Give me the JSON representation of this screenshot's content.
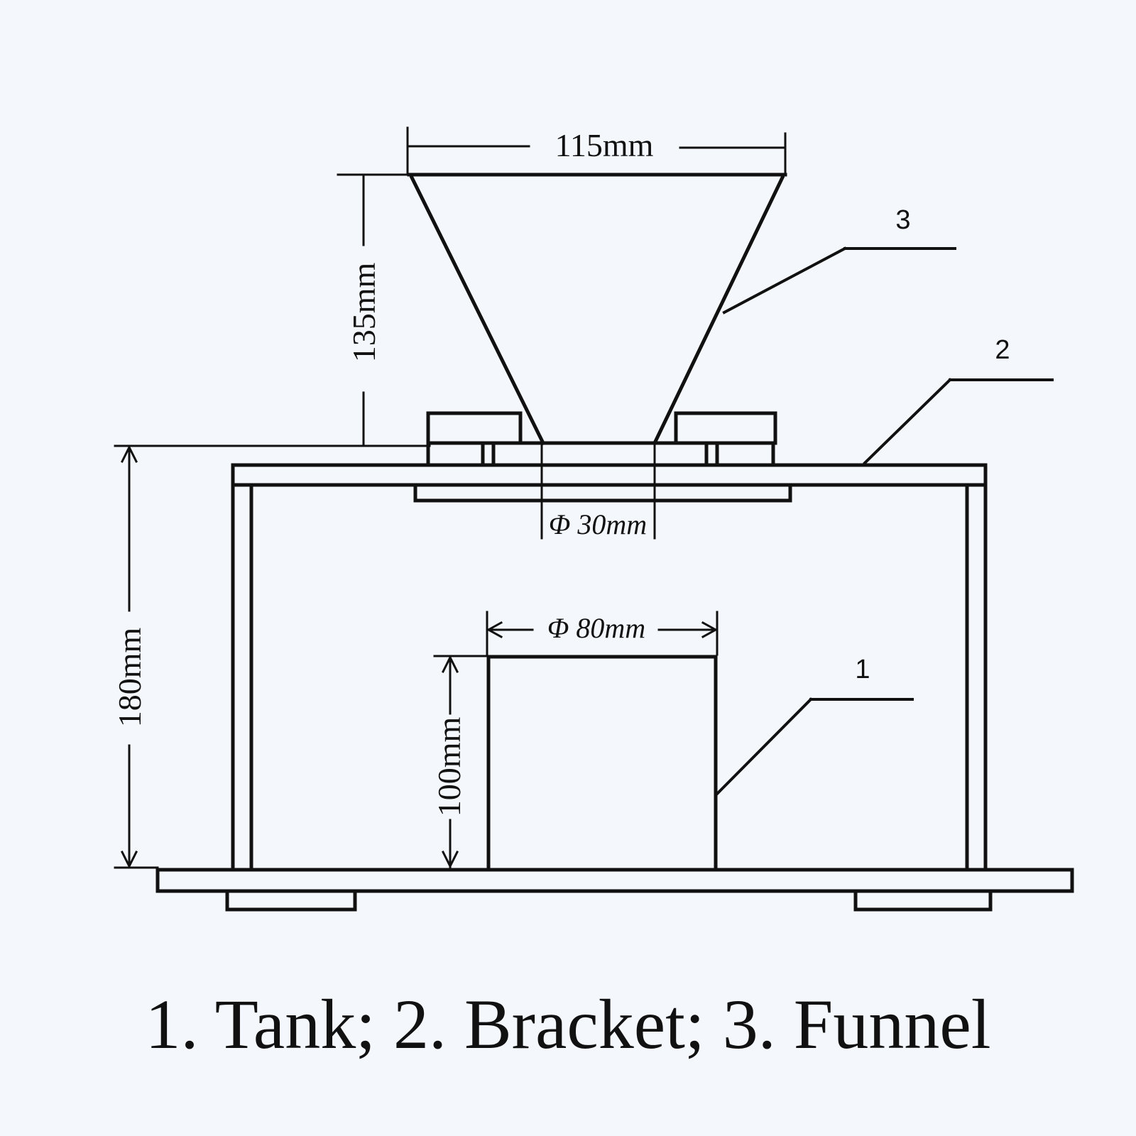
{
  "dimensions": {
    "funnel_top_width": "115mm",
    "funnel_height": "135mm",
    "outlet_diameter": "Φ 30mm",
    "stand_height": "180mm",
    "tank_diameter": "Φ 80mm",
    "tank_height": "100mm"
  },
  "callouts": {
    "tank": "1",
    "bracket": "2",
    "funnel": "3"
  },
  "caption": "1. Tank; 2. Bracket; 3. Funnel",
  "colors": {
    "background": "#f4f8fc",
    "ink": "#111111"
  }
}
